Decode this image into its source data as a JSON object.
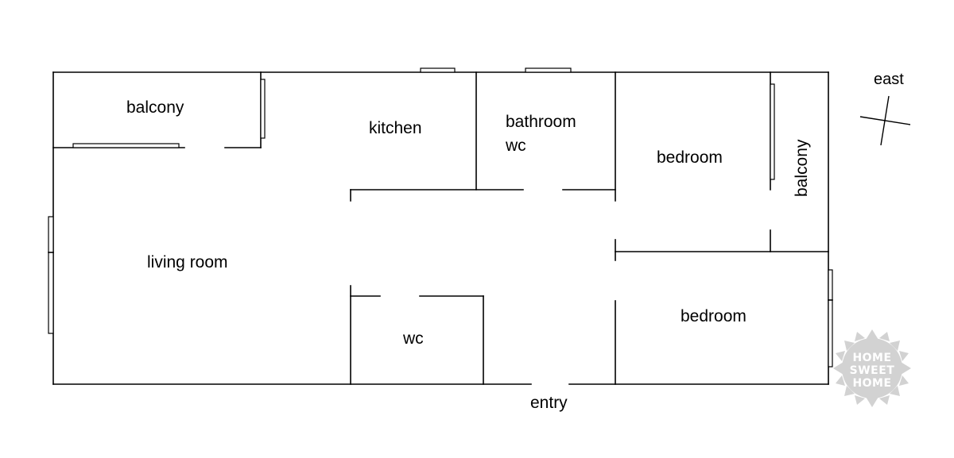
{
  "rooms": {
    "balcony_living": "balcony",
    "kitchen": "kitchen",
    "bathroom_line1": "bathroom",
    "bathroom_line2": "wc",
    "bedroom_north": "bedroom",
    "balcony_bedroom": "balcony",
    "living_room": "living room",
    "wc": "wc",
    "bedroom_south": "bedroom"
  },
  "entry_label": "entry",
  "compass": {
    "label": "east",
    "icon": "compass-cross-icon"
  },
  "logo": {
    "lines": [
      "HOME",
      "SWEET",
      "HOME"
    ],
    "color": "#cfcfcf",
    "icon": "home-sweet-home-badge"
  },
  "colors": {
    "walls": "#000000",
    "background": "#ffffff"
  }
}
